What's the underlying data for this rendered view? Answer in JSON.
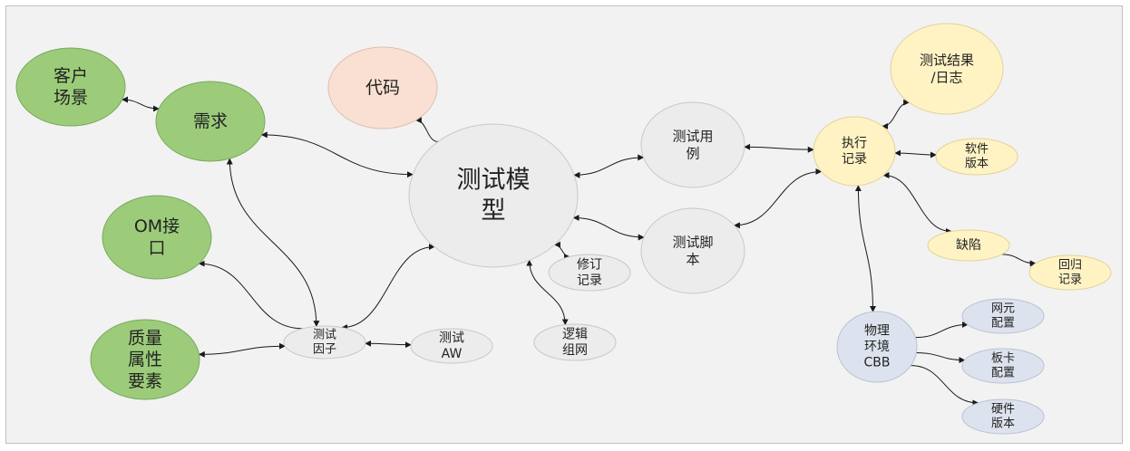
{
  "colors": {
    "green": "#9ccc7a",
    "green_stroke": "#7aa85e",
    "gray": "#ececec",
    "gray_stroke": "#c8c8c8",
    "peach": "#f9e0d2",
    "peach_stroke": "#ddc0ae",
    "yellow": "#fff3c4",
    "yellow_stroke": "#e2d39a",
    "blue": "#dde3ee",
    "blue_stroke": "#b9c2d3",
    "edge": "#1a1a1a"
  },
  "nodes": {
    "customer_scene": {
      "lines": [
        "客户",
        "场景"
      ],
      "color": "green"
    },
    "requirement": {
      "lines": [
        "需求"
      ],
      "color": "green"
    },
    "om_interface": {
      "lines": [
        "OM接",
        "口"
      ],
      "color": "green"
    },
    "quality_attr": {
      "lines": [
        "质量",
        "属性",
        "要素"
      ],
      "color": "green"
    },
    "code": {
      "lines": [
        "代码"
      ],
      "color": "peach"
    },
    "test_model": {
      "lines": [
        "测试模",
        "型"
      ],
      "color": "gray"
    },
    "revision": {
      "lines": [
        "修订",
        "记录"
      ],
      "color": "gray"
    },
    "test_factor": {
      "lines": [
        "测试",
        "因子"
      ],
      "color": "gray"
    },
    "test_aw": {
      "lines": [
        "测试",
        "AW"
      ],
      "color": "gray"
    },
    "logic_net": {
      "lines": [
        "逻辑",
        "组网"
      ],
      "color": "gray"
    },
    "test_case": {
      "lines": [
        "测试用",
        "例"
      ],
      "color": "gray"
    },
    "test_script": {
      "lines": [
        "测试脚",
        "本"
      ],
      "color": "gray"
    },
    "exec_record": {
      "lines": [
        "执行",
        "记录"
      ],
      "color": "yellow"
    },
    "test_result": {
      "lines": [
        "测试结果",
        "/日志"
      ],
      "color": "yellow"
    },
    "sw_version": {
      "lines": [
        "软件",
        "版本"
      ],
      "color": "yellow"
    },
    "defect": {
      "lines": [
        "缺陷"
      ],
      "color": "yellow"
    },
    "regression": {
      "lines": [
        "回归",
        "记录"
      ],
      "color": "yellow"
    },
    "phys_env": {
      "lines": [
        "物理",
        "环境",
        "CBB"
      ],
      "color": "blue"
    },
    "ne_config": {
      "lines": [
        "网元",
        "配置"
      ],
      "color": "blue"
    },
    "board_config": {
      "lines": [
        "板卡",
        "配置"
      ],
      "color": "blue"
    },
    "hw_version": {
      "lines": [
        "硬件",
        "版本"
      ],
      "color": "blue"
    }
  },
  "edges": [
    {
      "from": "customer_scene",
      "to": "requirement",
      "arrows": "both"
    },
    {
      "from": "requirement",
      "to": "test_model",
      "arrows": "both"
    },
    {
      "from": "requirement",
      "to": "test_factor",
      "arrows": "both"
    },
    {
      "from": "om_interface",
      "to": "test_factor",
      "arrows": "start"
    },
    {
      "from": "quality_attr",
      "to": "test_factor",
      "arrows": "both"
    },
    {
      "from": "test_model",
      "to": "code",
      "arrows": "end"
    },
    {
      "from": "test_factor",
      "to": "test_model",
      "arrows": "both"
    },
    {
      "from": "test_factor",
      "to": "test_aw",
      "arrows": "both"
    },
    {
      "from": "test_model",
      "to": "logic_net",
      "arrows": "both"
    },
    {
      "from": "test_model",
      "to": "revision",
      "arrows": "both"
    },
    {
      "from": "test_model",
      "to": "test_case",
      "arrows": "both"
    },
    {
      "from": "test_model",
      "to": "test_script",
      "arrows": "both"
    },
    {
      "from": "test_case",
      "to": "exec_record",
      "arrows": "both"
    },
    {
      "from": "test_script",
      "to": "exec_record",
      "arrows": "both"
    },
    {
      "from": "exec_record",
      "to": "test_result",
      "arrows": "both"
    },
    {
      "from": "exec_record",
      "to": "sw_version",
      "arrows": "both"
    },
    {
      "from": "exec_record",
      "to": "defect",
      "arrows": "both"
    },
    {
      "from": "defect",
      "to": "regression",
      "arrows": "end"
    },
    {
      "from": "exec_record",
      "to": "phys_env",
      "arrows": "both"
    },
    {
      "from": "phys_env",
      "to": "ne_config",
      "arrows": "end"
    },
    {
      "from": "phys_env",
      "to": "board_config",
      "arrows": "end"
    },
    {
      "from": "phys_env",
      "to": "hw_version",
      "arrows": "end"
    }
  ]
}
